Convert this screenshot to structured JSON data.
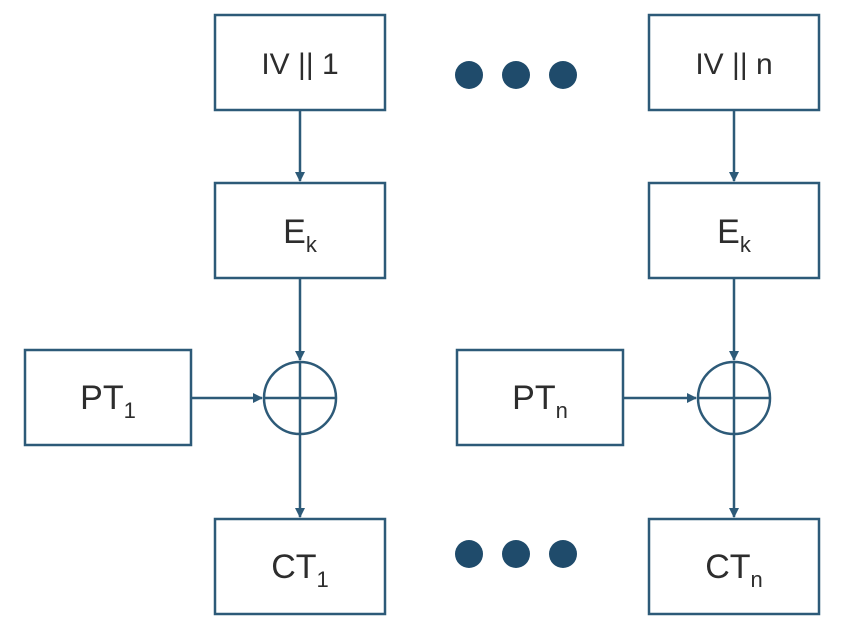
{
  "colors": {
    "stroke": "#2d5a78",
    "text": "#2d2d2d",
    "dot": "#1f4b6b",
    "background": "#ffffff"
  },
  "block1": {
    "iv": "IV || 1",
    "enc": {
      "main": "E",
      "sub": "k"
    },
    "pt": {
      "main": "PT",
      "sub": "1"
    },
    "ct": {
      "main": "CT",
      "sub": "1"
    }
  },
  "blockn": {
    "iv": "IV || n",
    "enc": {
      "main": "E",
      "sub": "k"
    },
    "pt": {
      "main": "PT",
      "sub": "n"
    },
    "ct": {
      "main": "CT",
      "sub": "n"
    }
  }
}
